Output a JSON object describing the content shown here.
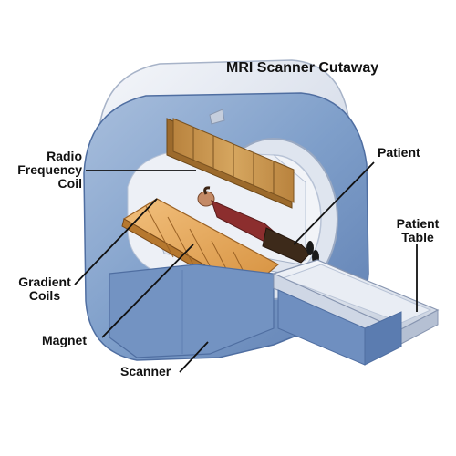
{
  "title": "MRI Scanner Cutaway",
  "labels": {
    "radio_frequency_coil": "Radio\nFrequency\nCoil",
    "patient": "Patient",
    "patient_table": "Patient\nTable",
    "gradient_coils": "Gradient\nCoils",
    "magnet": "Magnet",
    "scanner": "Scanner"
  },
  "colors": {
    "scanner_body": "#7f9fca",
    "scanner_dark": "#5f7fb2",
    "housing": "#d7dde9",
    "bore": "#f2f4f8",
    "coil_wood": "#c99650",
    "magnet_orange": "#e8ac62",
    "table": "#e6eaf1",
    "text": "#111111"
  }
}
